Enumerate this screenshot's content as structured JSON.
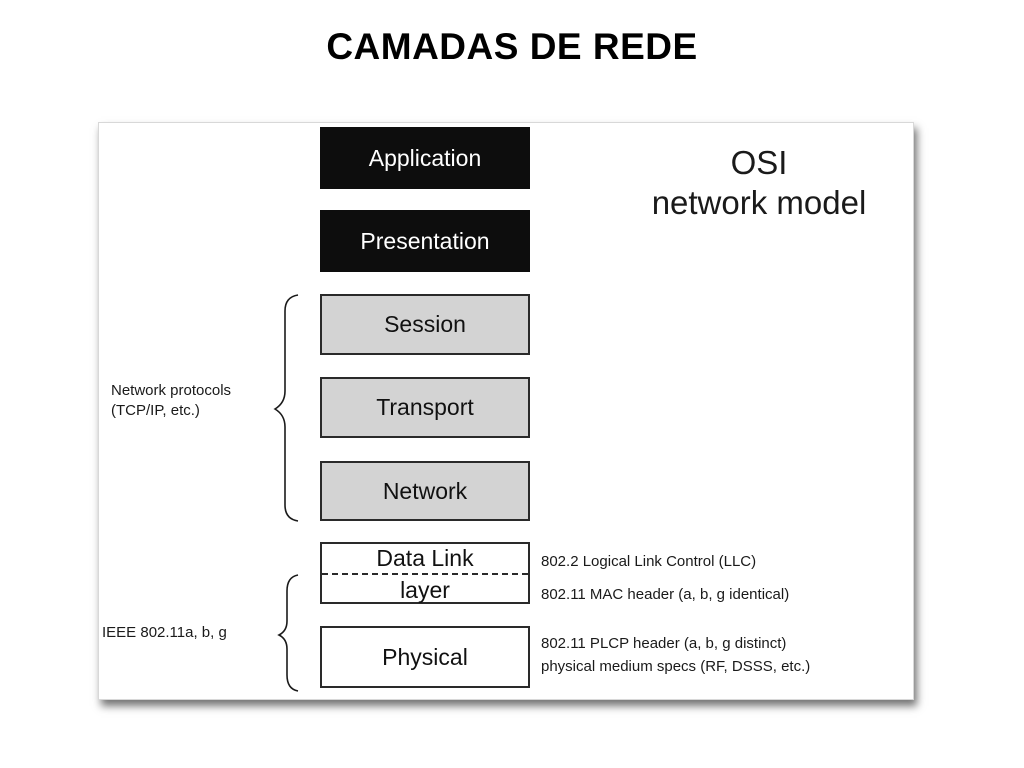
{
  "slide": {
    "title": "CAMADAS DE REDE"
  },
  "diagram": {
    "heading_line1": "OSI",
    "heading_line2": "network model",
    "layers": {
      "application": "Application",
      "presentation": "Presentation",
      "session": "Session",
      "transport": "Transport",
      "network": "Network",
      "datalink_top": "Data Link",
      "datalink_bottom": "layer",
      "physical": "Physical"
    },
    "left_labels": {
      "network_protocols_line1": "Network protocols",
      "network_protocols_line2": "(TCP/IP, etc.)",
      "ieee": "IEEE 802.11a, b, g"
    },
    "right_labels": {
      "llc": "802.2   Logical Link Control (LLC)",
      "mac": "802.11 MAC header (a, b, g identical)",
      "plcp": "802.11 PLCP header (a, b, g distinct)",
      "medium": "physical medium specs (RF, DSSS, etc.)"
    },
    "colors": {
      "upper_layers_fill": "#0d0d0d",
      "middle_layers_fill": "#d3d3d3",
      "lower_layers_fill": "#ffffff"
    }
  }
}
